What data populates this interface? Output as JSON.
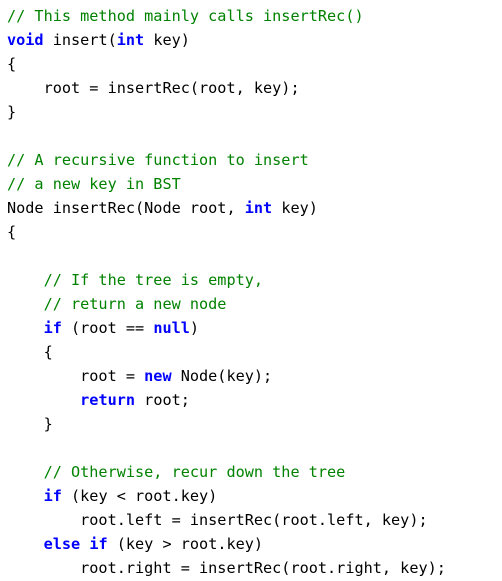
{
  "code": {
    "lines": [
      [
        {
          "t": "// This method mainly calls insertRec()",
          "k": "comment"
        }
      ],
      [
        {
          "t": "void",
          "k": "keyword"
        },
        {
          "t": " insert(",
          "k": "plain"
        },
        {
          "t": "int",
          "k": "keyword"
        },
        {
          "t": " key)",
          "k": "plain"
        }
      ],
      [
        {
          "t": "{",
          "k": "plain"
        }
      ],
      [
        {
          "t": "    root = insertRec(root, key);",
          "k": "plain"
        }
      ],
      [
        {
          "t": "}",
          "k": "plain"
        }
      ],
      [],
      [
        {
          "t": "// A recursive function to insert",
          "k": "comment"
        }
      ],
      [
        {
          "t": "// a new key in BST",
          "k": "comment"
        }
      ],
      [
        {
          "t": "Node insertRec(Node root, ",
          "k": "plain"
        },
        {
          "t": "int",
          "k": "keyword"
        },
        {
          "t": " key)",
          "k": "plain"
        }
      ],
      [
        {
          "t": "{",
          "k": "plain"
        }
      ],
      [],
      [
        {
          "t": "    // If the tree is empty,",
          "k": "comment"
        }
      ],
      [
        {
          "t": "    // return a new node",
          "k": "comment"
        }
      ],
      [
        {
          "t": "    ",
          "k": "plain"
        },
        {
          "t": "if",
          "k": "keyword"
        },
        {
          "t": " (root == ",
          "k": "plain"
        },
        {
          "t": "null",
          "k": "keyword"
        },
        {
          "t": ")",
          "k": "plain"
        }
      ],
      [
        {
          "t": "    {",
          "k": "plain"
        }
      ],
      [
        {
          "t": "        root = ",
          "k": "plain"
        },
        {
          "t": "new",
          "k": "keyword"
        },
        {
          "t": " Node(key);",
          "k": "plain"
        }
      ],
      [
        {
          "t": "        ",
          "k": "plain"
        },
        {
          "t": "return",
          "k": "keyword"
        },
        {
          "t": " root;",
          "k": "plain"
        }
      ],
      [
        {
          "t": "    }",
          "k": "plain"
        }
      ],
      [],
      [
        {
          "t": "    // Otherwise, recur down the tree",
          "k": "comment"
        }
      ],
      [
        {
          "t": "    ",
          "k": "plain"
        },
        {
          "t": "if",
          "k": "keyword"
        },
        {
          "t": " (key < root.key)",
          "k": "plain"
        }
      ],
      [
        {
          "t": "        root.left = insertRec(root.left, key);",
          "k": "plain"
        }
      ],
      [
        {
          "t": "    ",
          "k": "plain"
        },
        {
          "t": "else",
          "k": "keyword"
        },
        {
          "t": " ",
          "k": "plain"
        },
        {
          "t": "if",
          "k": "keyword"
        },
        {
          "t": " (key > root.key)",
          "k": "plain"
        }
      ],
      [
        {
          "t": "        root.right = insertRec(root.right, key);",
          "k": "plain"
        }
      ]
    ]
  },
  "colors": {
    "comment": "#008200",
    "keyword": "#0000ff",
    "plain": "#000000",
    "background": "#ffffff"
  }
}
